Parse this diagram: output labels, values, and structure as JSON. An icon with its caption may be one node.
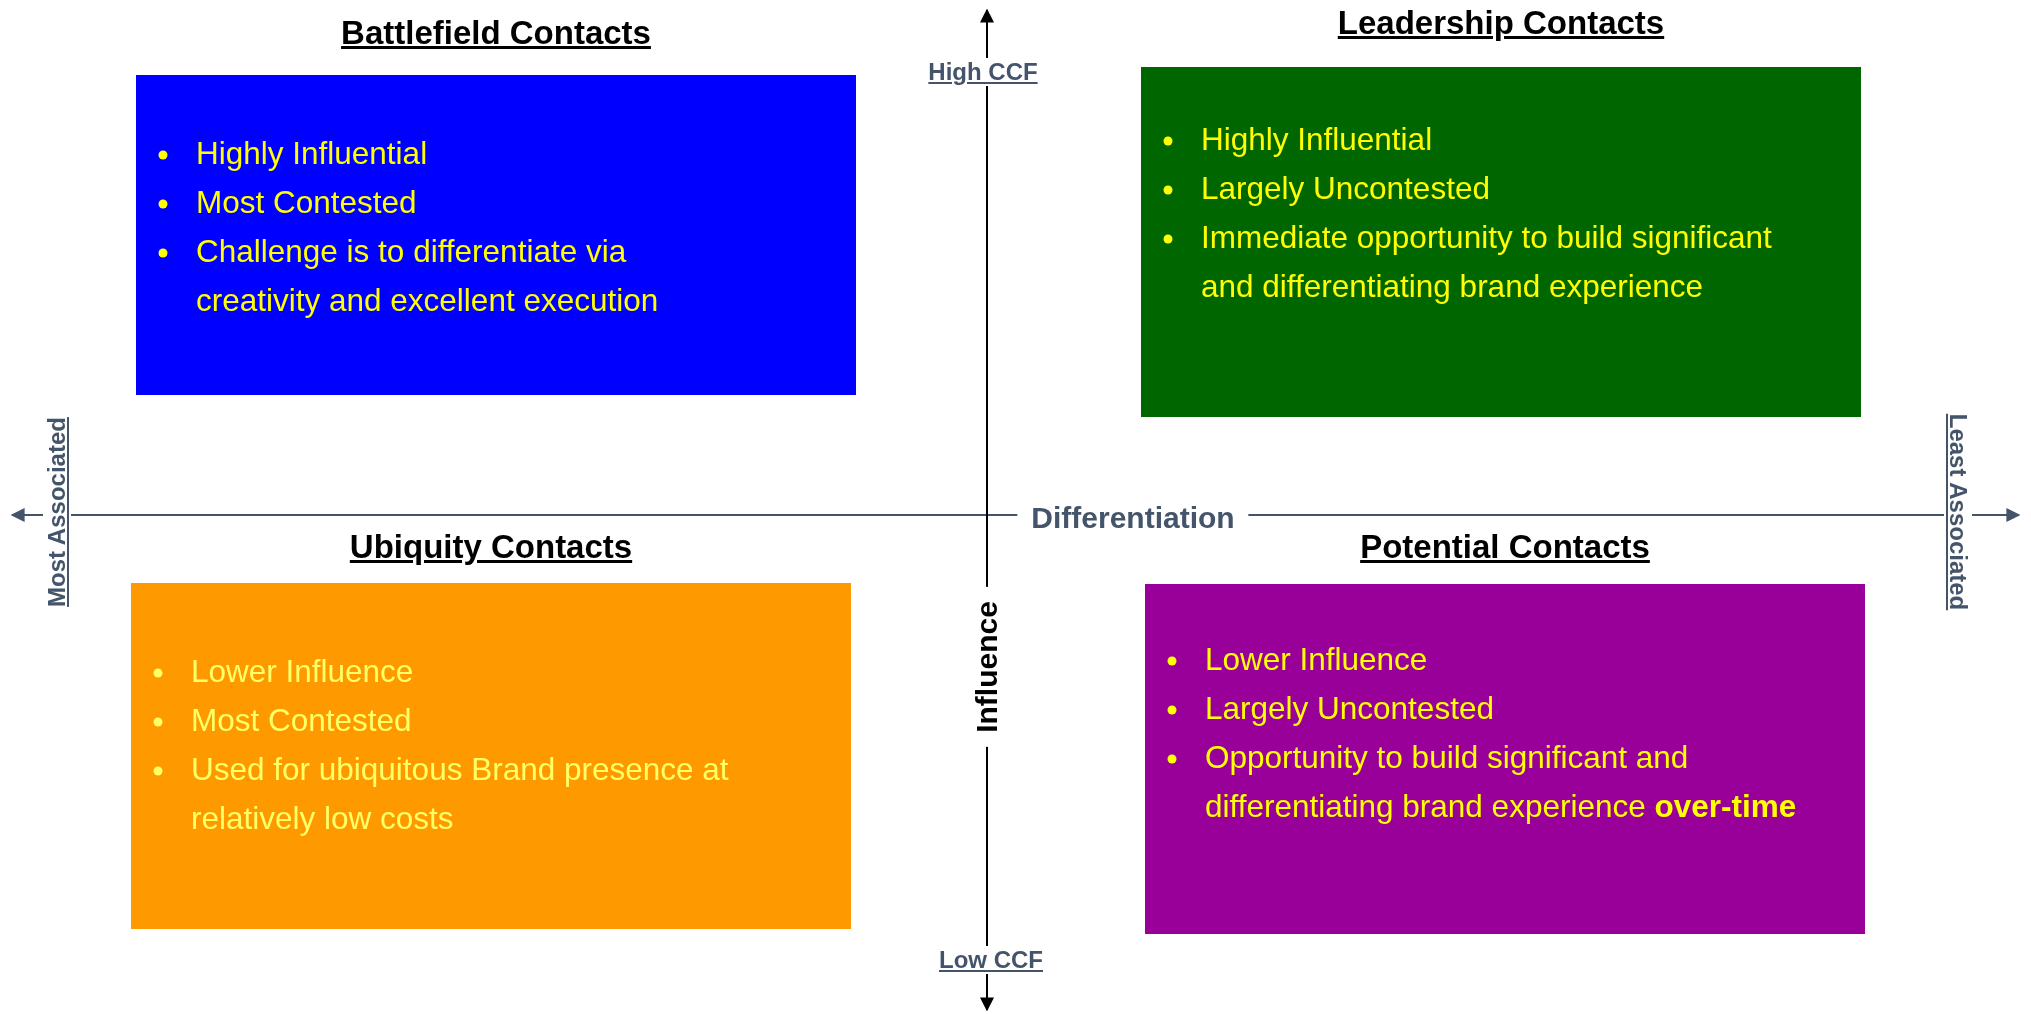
{
  "diagram": {
    "nodes": [
      {
        "text": [
          "Battlefield Contacts",
          "Highly Influential",
          "Most Contested",
          "Challenge is to differentiate via creativity and excellent execution"
        ]
      },
      {
        "text": [
          "Leadership Contacts",
          "Highly Influential",
          "Largely Uncontested",
          "Immediate opportunity to build significant and differentiating brand experience"
        ]
      },
      {
        "text": [
          "Ubiquity Contacts",
          "Lower Influence",
          "Most Contested",
          "Used for ubiquitous Brand presence at relatively low costs"
        ]
      },
      {
        "text": [
          "Potential Contacts",
          "Lower Influence",
          "Largely Uncontested",
          "Opportunity to build significant and differentiating brand experience **over-time**"
        ]
      }
    ],
    "labels": [
      "High CCF",
      "Most Associated",
      "Differentiation",
      "Least Associated",
      "Influence",
      "Low CCF"
    ]
  }
}
